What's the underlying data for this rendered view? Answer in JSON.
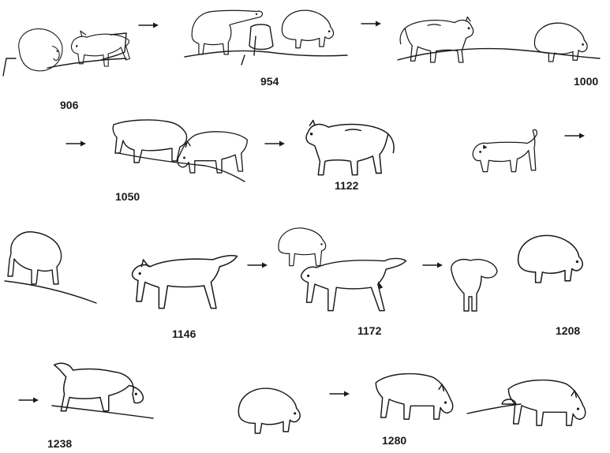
{
  "labels": [
    "906",
    "954",
    "1000",
    "1050",
    "1122",
    "1146",
    "1172",
    "1208",
    "1238",
    "1280"
  ],
  "ink_color": "#1a1a1a",
  "background_color": "#ffffff"
}
